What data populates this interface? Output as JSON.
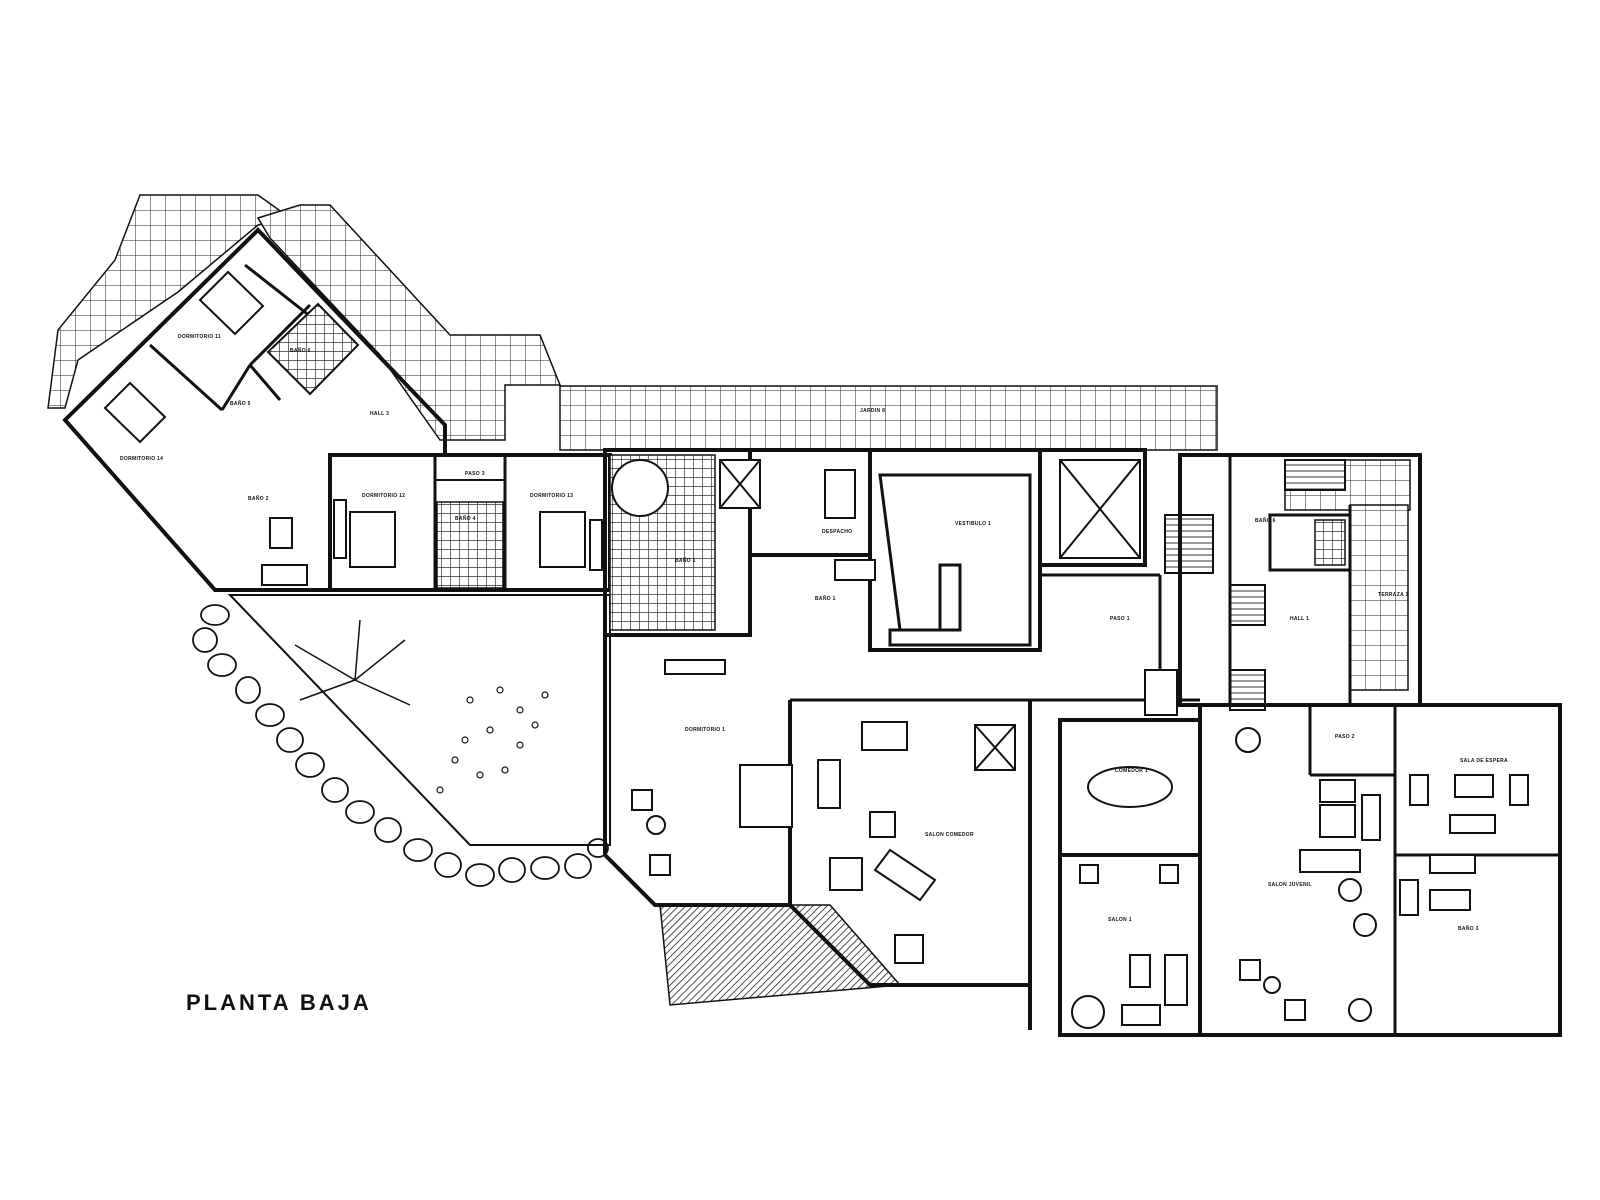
{
  "plan": {
    "title": "PLANTA BAJA",
    "labels": {
      "dormitorio_11": "DORMITORIO 11",
      "bano_6_upper": "BAÑO 6",
      "bano_5": "BAÑO 5",
      "hall_3": "HALL 3",
      "dormitorio_14": "DORMITORIO 14",
      "bano_2": "BAÑO 2",
      "dormitorio_12": "DORMITORIO 12",
      "dormitorio_13": "DORMITORIO 13",
      "paso_3": "PASO 3",
      "bano_4": "BAÑO 4",
      "jardin": "JARDIN 8",
      "bano_1": "BAÑO 1",
      "despacho": "DESPACHO",
      "vestibulo": "VESTIBULO 1",
      "bano_1b": "BAÑO 1",
      "dormitorio_1": "DORMITORIO 1",
      "salon_comedor": "SALON COMEDOR",
      "paso_1": "PASO 1",
      "bano_6": "BAÑO 6",
      "hall_1": "HALL 1",
      "comedor": "COMEDOR 1",
      "salon_1": "SALON 1",
      "paso_2": "PASO 2",
      "sala_espera": "SALA DE ESPERA",
      "salon_juvenil": "SALON JUVENIL",
      "bano_3": "BAÑO 3",
      "terraza": "TERRAZA 1"
    }
  }
}
